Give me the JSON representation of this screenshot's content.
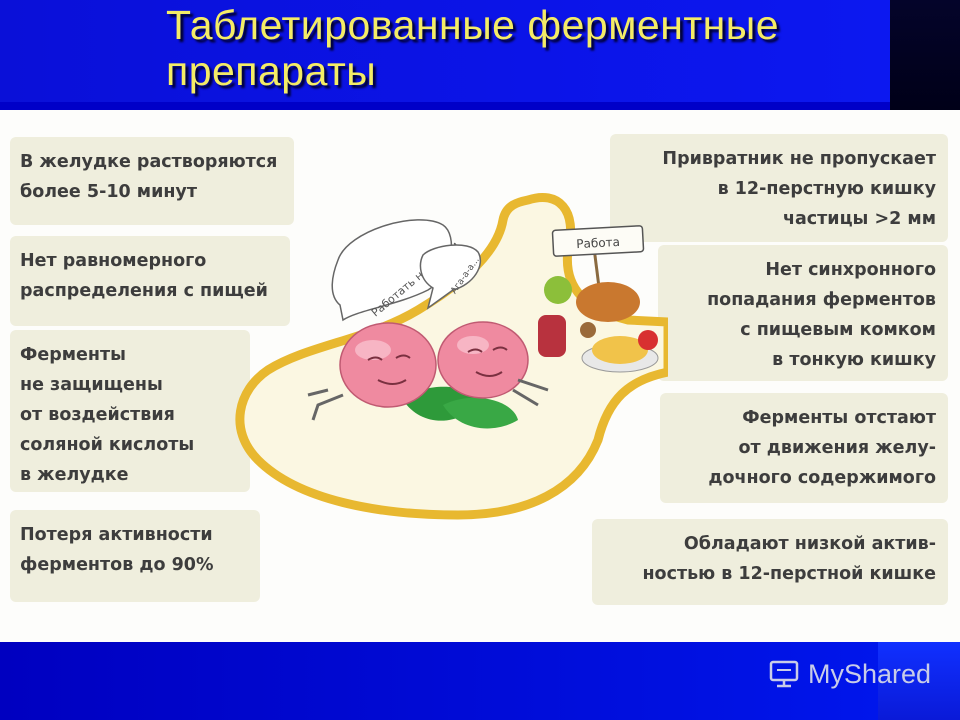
{
  "title": {
    "line1": "Таблетированные ферментные",
    "line2": "препараты"
  },
  "left_boxes": [
    {
      "lines": [
        "В желудке растворяются",
        "более 5-10 минут"
      ]
    },
    {
      "lines": [
        "Нет равномерного",
        "распределения с пищей"
      ]
    },
    {
      "lines": [
        "Ферменты",
        "не защищены",
        "от воздействия",
        "соляной кислоты",
        "в желудке"
      ]
    },
    {
      "lines": [
        "Потеря активности",
        "ферментов до 90%"
      ]
    }
  ],
  "right_boxes": [
    {
      "lines": [
        "Привратник не пропускает",
        "в 12-перстную кишку",
        "частицы >2 мм"
      ]
    },
    {
      "lines": [
        "Нет синхронного",
        "попадания ферментов",
        "с пищевым комком",
        "в тонкую  кишку"
      ]
    },
    {
      "lines": [
        "Ферменты отстают",
        "от движения желу-",
        "дочного содержимого"
      ]
    },
    {
      "lines": [
        "Обладают низкой актив-",
        "ностью в 12-перстной кишке"
      ]
    }
  ],
  "illustration": {
    "sign_text": "Работа",
    "bubble1_text": "Работать не будем",
    "bubble2_text": "Ага-а-а..."
  },
  "footer": {
    "brand": "MyShared",
    "icon": "monitor-icon"
  },
  "colors": {
    "slide_blue": "#0000c8",
    "title_yellow": "#f4ec66",
    "box_beige": "#efeedd",
    "stomach_gold": "#e8b830",
    "pill_pink": "#ef8aa0"
  }
}
